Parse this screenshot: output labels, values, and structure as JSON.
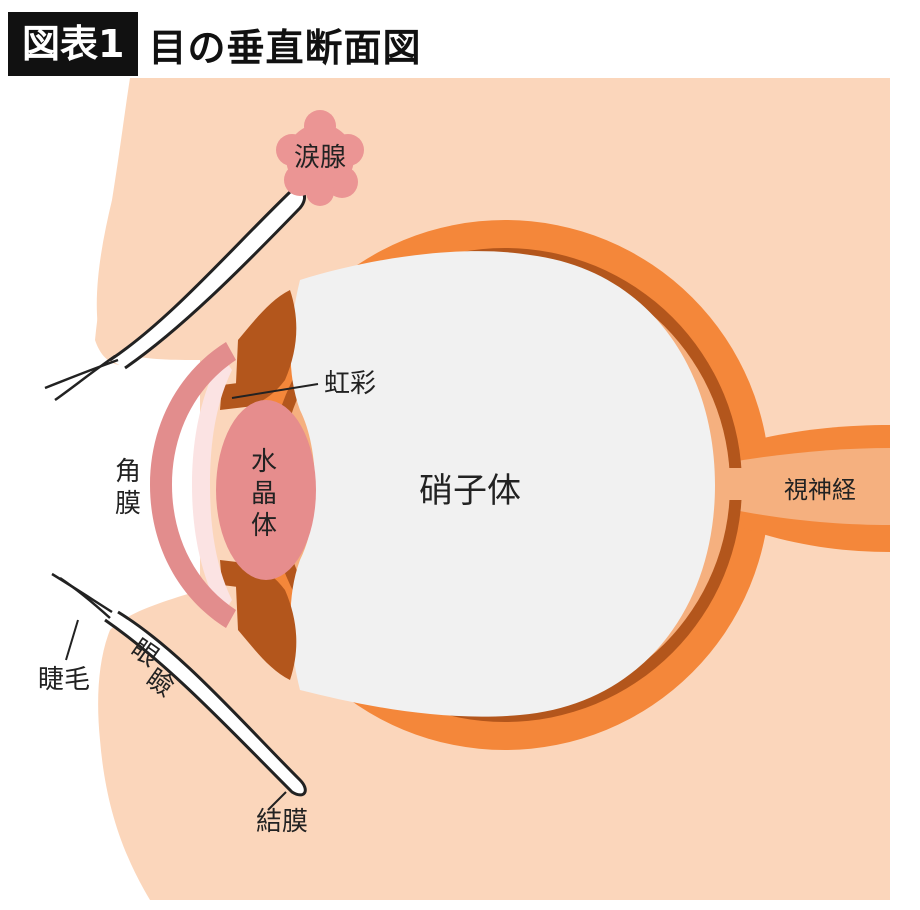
{
  "header": {
    "badge": "図表1",
    "title": "目の垂直断面図"
  },
  "labels": {
    "lacrimal_gland": "涙腺",
    "iris": "虹彩",
    "lens_1": "水",
    "lens_2": "晶",
    "lens_3": "体",
    "cornea_1": "角",
    "cornea_2": "膜",
    "vitreous_body": "硝子体",
    "optic_nerve": "視神経",
    "eyelash": "睫毛",
    "eyelid_1": "眼",
    "eyelid_2": "瞼",
    "conjunctiva": "結膜"
  },
  "colors": {
    "skin": "#fbd6bb",
    "sclera": "#f4873a",
    "choroid": "#b3561c",
    "retina": "#f5b07f",
    "vitreous": "#f1f1f1",
    "cornea": "#e28d8d",
    "lens": "#e68d8d",
    "lacrimal": "#eb9594",
    "badge_bg": "#111111"
  }
}
